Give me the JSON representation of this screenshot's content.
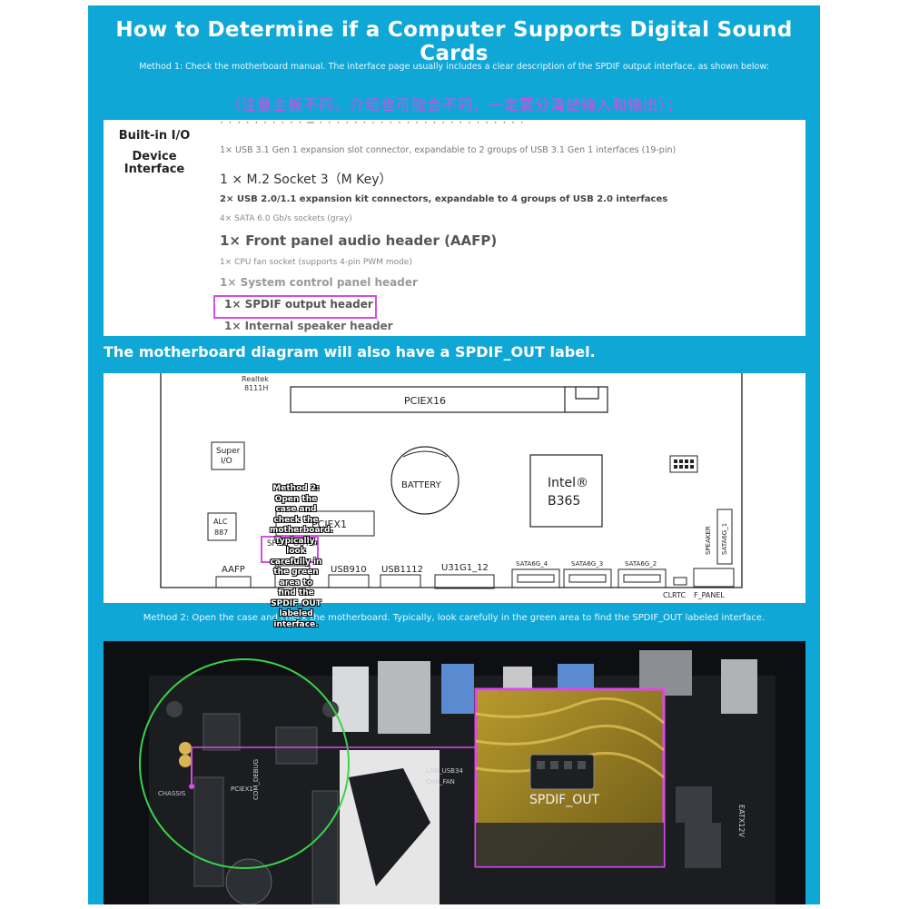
{
  "title": "How to Determine if a Computer Supports Digital Sound Cards",
  "method1_text": "Method 1: Check the motherboard manual. The interface page usually includes a clear description of the SPDIF output interface, as shown below:",
  "chinese_note": "（注意主板不同，介绍也可能会不同，一定要分清楚输入和输出）；",
  "manual": {
    "side_label_1": "Built-in I/O",
    "side_label_2": "Device Interface",
    "lines": [
      "1× USB 3.1 Gen 1 expansion slot connector, expandable to 2 groups of USB 3.1 Gen 1 interfaces (19-pin)",
      "1 × M.2 Socket 3（M Key）",
      "2× USB 2.0/1.1 expansion kit connectors, expandable to 4 groups of USB 2.0 interfaces",
      "4× SATA 6.0 Gb/s sockets (gray)",
      "1× Front panel audio header (AAFP)",
      "1× CPU fan socket (supports 4-pin PWM mode)",
      "1× System control panel header",
      "1× SPDIF output header",
      "1× Internal speaker header"
    ]
  },
  "subtitle": "The motherboard diagram will also have a SPDIF_OUT label.",
  "diagram": {
    "realtek": "Realtek",
    "realtek_model": "8111H",
    "pciex16": "PCIEX16",
    "super_io_1": "Super",
    "super_io_2": "I/O",
    "battery": "BATTERY",
    "intel": "Intel®",
    "chipset": "B365",
    "alc_1": "ALC",
    "alc_2": "887",
    "pciex1": "PCIEX1",
    "spdif_out": "SPDIF_OUT",
    "aafp": "AAFP",
    "usb910": "USB910",
    "usb1112": "USB1112",
    "u31g1": "U31G1_12",
    "sata4": "SATA6G_4",
    "sata3": "SATA6G_3",
    "sata2": "SATA6G_2",
    "speaker": "SPEAKER",
    "sata1": "SATA6G_1",
    "clrtc": "CLRTC",
    "f_panel": "F_PANEL"
  },
  "method2_overlay": "Method 2: Open the case and check the motherboard. Typically, look carefully in the green area to find the SPDIF_OUT labeled interface.",
  "method2_text": "Method 2: Open the case and check the motherboard. Typically, look carefully in the green area to find the SPDIF_OUT labeled interface.",
  "photo": {
    "zoom_label": "SPDIF_OUT",
    "board_labels": [
      "CHASSIS",
      "PCIEX1",
      "LAN_USB34",
      "CHA_FAN",
      "COM_DEBUG",
      "EATX12V"
    ]
  },
  "colors": {
    "frame": "#0fa7d6",
    "highlight": "#d84be6",
    "green_circle": "#39d34a"
  }
}
